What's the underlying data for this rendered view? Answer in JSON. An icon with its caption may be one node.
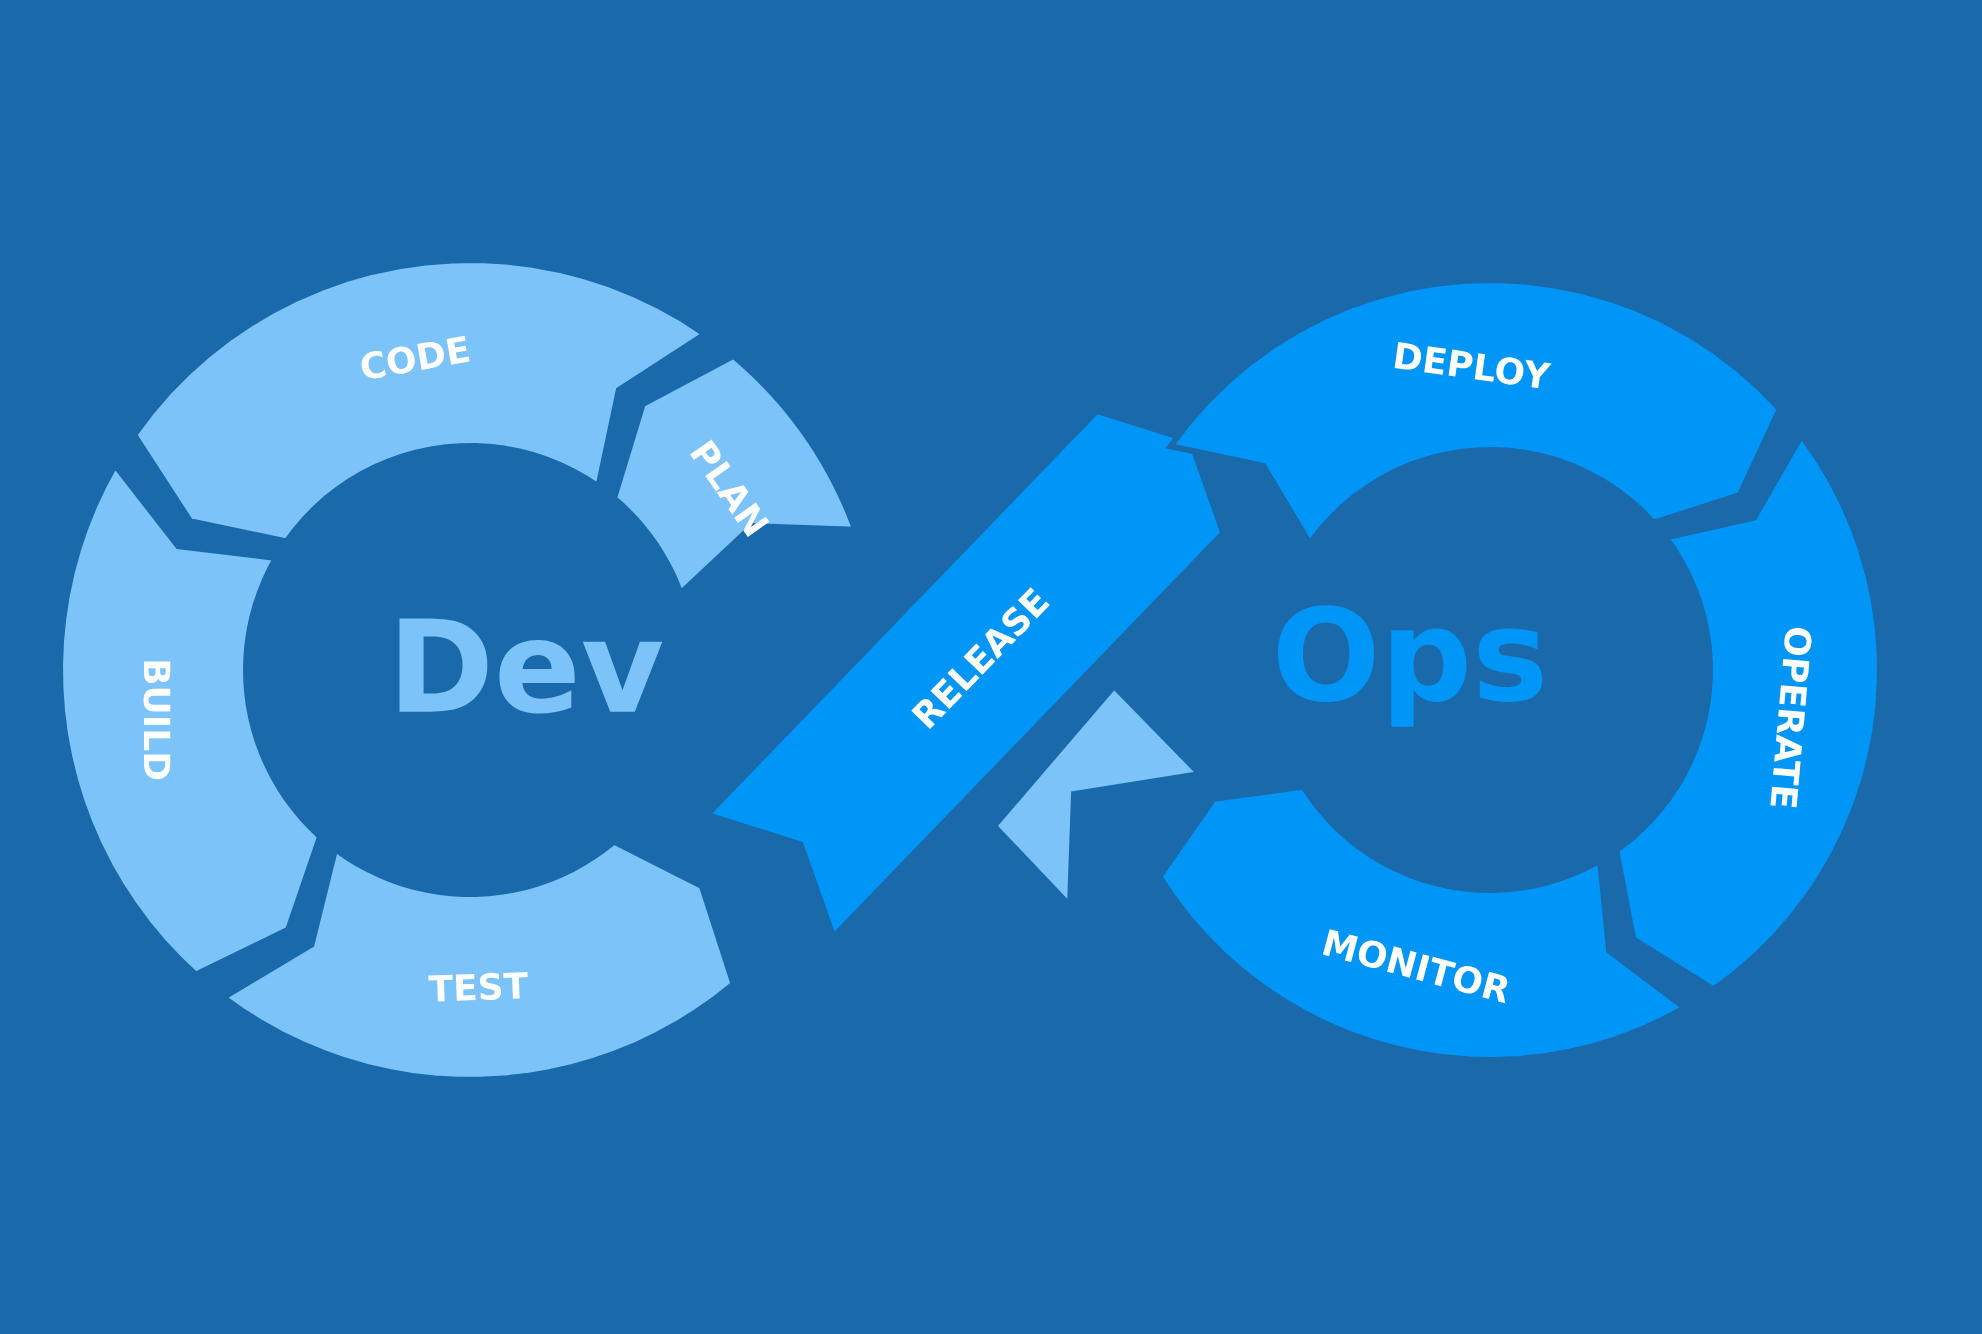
{
  "diagram": {
    "nodes": [
      {
        "text": [
          "PLAN"
        ]
      },
      {
        "text": [
          "CODE"
        ]
      },
      {
        "text": [
          "BUILD"
        ]
      },
      {
        "text": [
          "TEST"
        ]
      },
      {
        "text": [
          "RELEASE"
        ]
      },
      {
        "text": [
          "DEPLOY"
        ]
      },
      {
        "text": [
          "OPERATE"
        ]
      },
      {
        "text": [
          "MONITOR"
        ]
      }
    ],
    "labels": [
      "Dev",
      "Ops"
    ]
  }
}
